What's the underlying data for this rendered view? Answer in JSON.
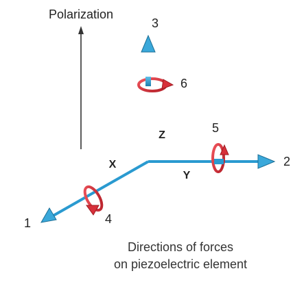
{
  "polarization_label": "Polarization",
  "axes": {
    "axis_1": "1",
    "axis_2": "2",
    "axis_3": "3",
    "x": "X",
    "y": "Y",
    "z": "Z"
  },
  "rotations": {
    "r4": "4",
    "r5": "5",
    "r6": "6"
  },
  "caption": {
    "line1": "Directions of forces",
    "line2": "on piezoelectric element"
  },
  "colors": {
    "axis": "#2a9ad0",
    "axis_dark": "#1d6f96",
    "rotation": "#d7303a",
    "rotation_dark": "#9e1b22",
    "polarization_arrow": "#333333",
    "text": "#222222"
  }
}
